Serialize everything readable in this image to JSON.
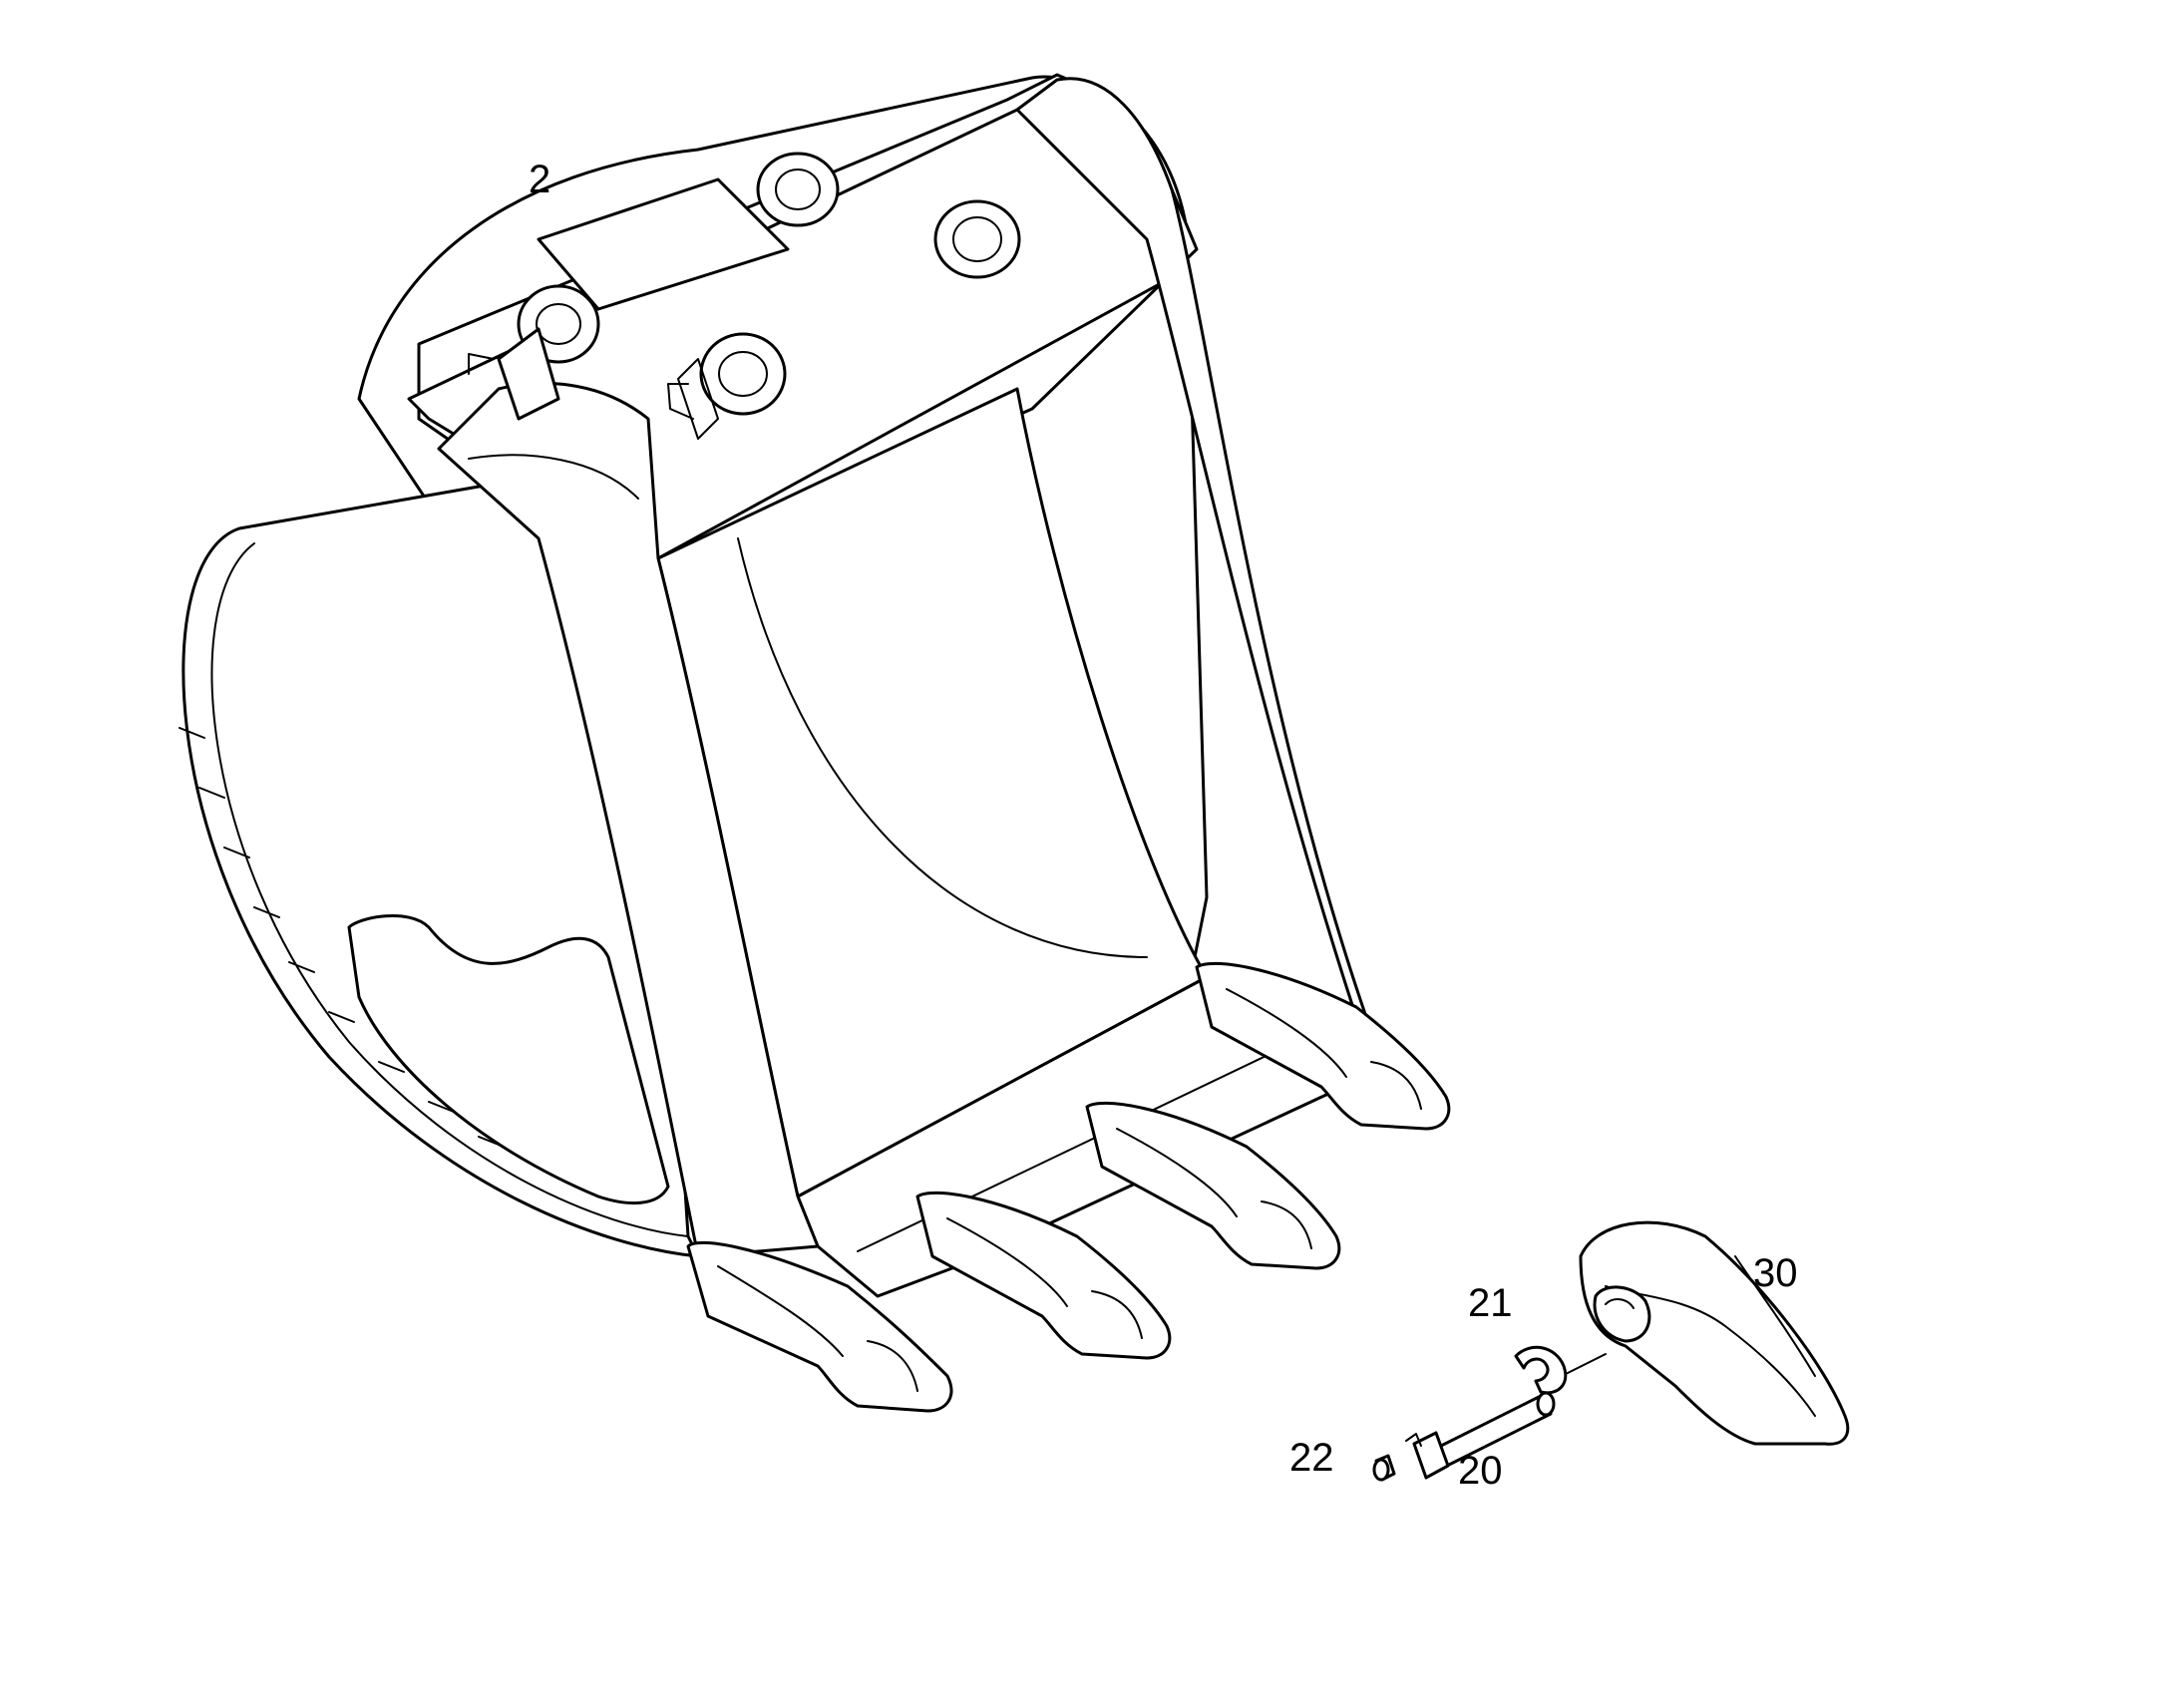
{
  "labels": {
    "bucket": "2",
    "pin": "20",
    "retainer": "21",
    "washer": "22",
    "tooth": "30"
  }
}
